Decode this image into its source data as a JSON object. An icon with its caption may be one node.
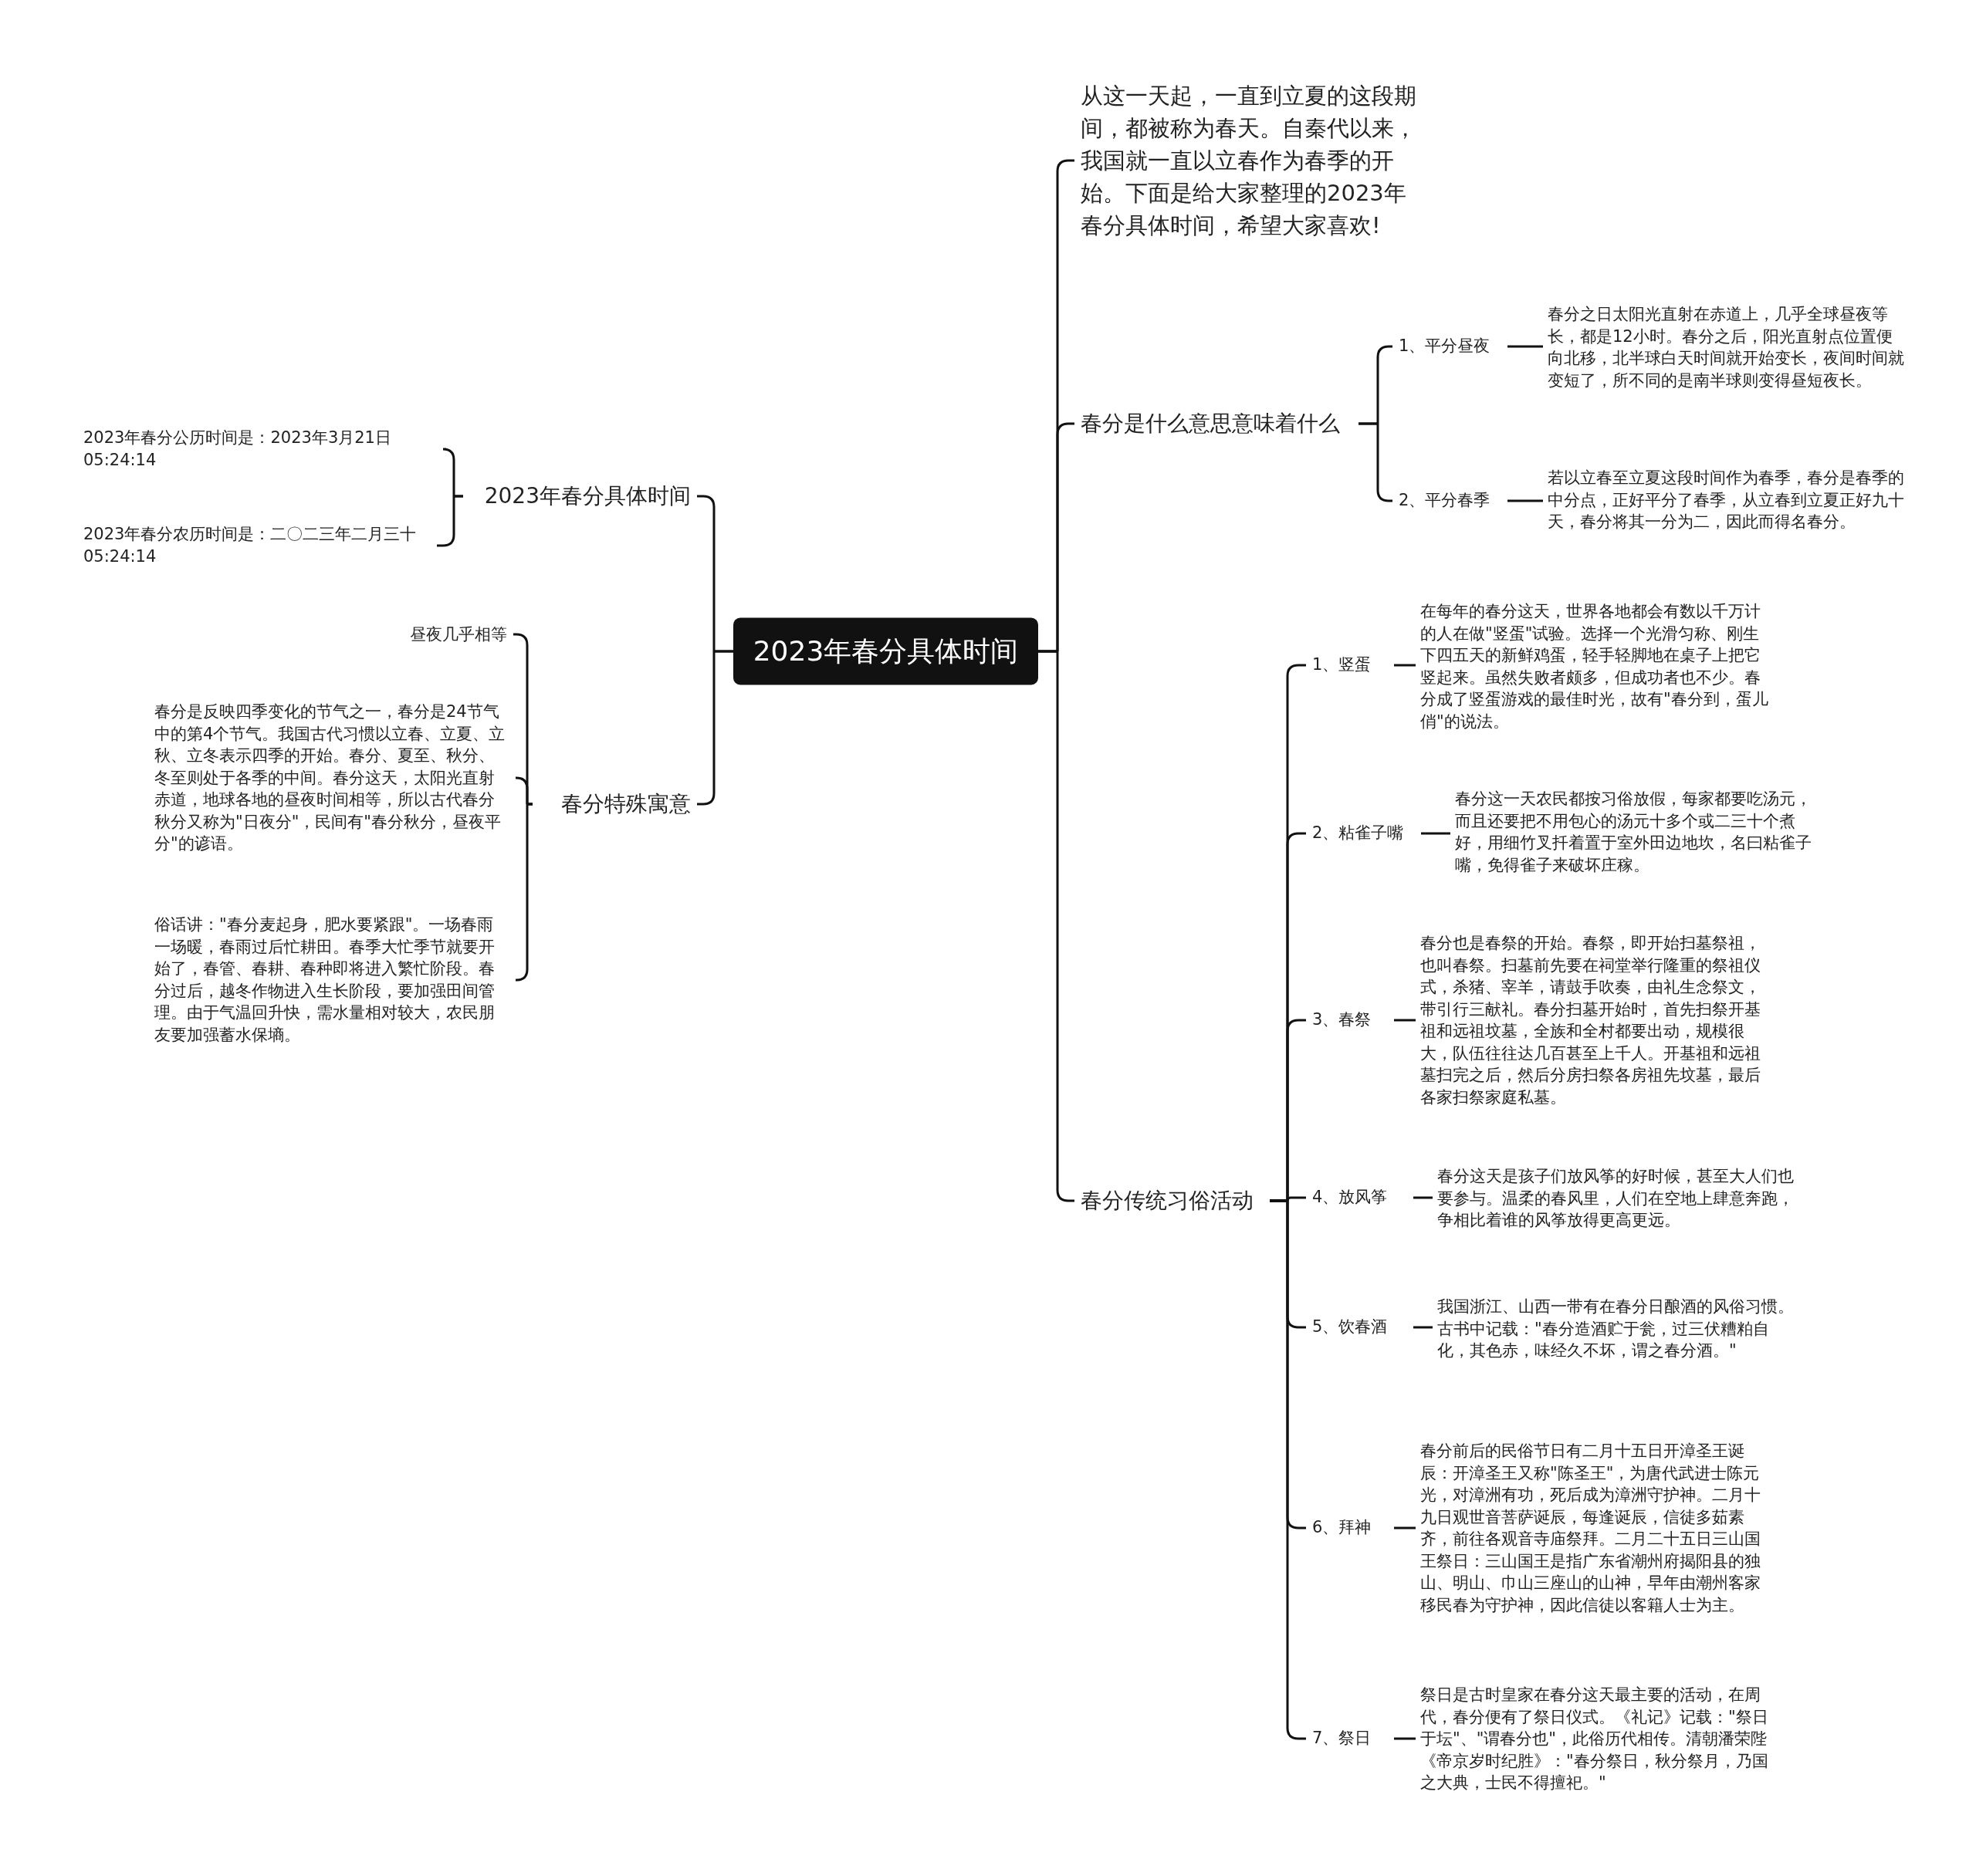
{
  "diagram": {
    "nodes": [
      {
        "text": [
          "2023年春分具体时间"
        ]
      },
      {
        "text": [
          "2023年春分具体时间"
        ]
      },
      {
        "text": [
          "2023年春分公历时间是：2023年3月21日 05:24:14"
        ]
      },
      {
        "text": [
          "2023年春分农历时间是：二〇二三年二月三十 05:24:14"
        ]
      },
      {
        "text": [
          "春分特殊寓意"
        ]
      },
      {
        "text": [
          "昼夜几乎相等"
        ]
      },
      {
        "text": [
          "春分是反映四季变化的节气之一，春分是24节气中的第4个节气。我国古代习惯以立春、立夏、立秋、立冬表示四季的开始。春分、夏至、秋分、冬至则处于各季的中间。春分这天，太阳光直射赤道，地球各地的昼夜时间相等，所以古代春分秋分又称为\"日夜分\"，民间有\"春分秋分，昼夜平分\"的谚语。"
        ]
      },
      {
        "text": [
          "俗话讲：\"春分麦起身，肥水要紧跟\"。一场春雨一场暖，春雨过后忙耕田。春季大忙季节就要开始了，春管、春耕、春种即将进入繁忙阶段。春分过后，越冬作物进入生长阶段，要加强田间管理。由于气温回升快，需水量相对较大，农民朋友要加强蓄水保墒。"
        ]
      },
      {
        "text": [
          "从这一天起，一直到立夏的这段期间，都被称为春天。自秦代以来，我国就一直以立春作为春季的开始。下面是给大家整理的2023年春分具体时间，希望大家喜欢!"
        ]
      },
      {
        "text": [
          "春分是什么意思意味着什么"
        ]
      },
      {
        "text": [
          "1、平分昼夜"
        ]
      },
      {
        "text": [
          "春分之日太阳光直射在赤道上，几乎全球昼夜等长，都是12小时。春分之后，阳光直射点位置便向北移，北半球白天时间就开始变长，夜间时间就变短了，所不同的是南半球则变得昼短夜长。"
        ]
      },
      {
        "text": [
          "2、平分春季"
        ]
      },
      {
        "text": [
          "若以立春至立夏这段时间作为春季，春分是春季的中分点，正好平分了春季，从立春到立夏正好九十天，春分将其一分为二，因此而得名春分。"
        ]
      },
      {
        "text": [
          "春分传统习俗活动"
        ]
      },
      {
        "text": [
          "1、竖蛋"
        ]
      },
      {
        "text": [
          "在每年的春分这天，世界各地都会有数以千万计的人在做\"竖蛋\"试验。选择一个光滑匀称、刚生下四五天的新鲜鸡蛋，轻手轻脚地在桌子上把它竖起来。虽然失败者颇多，但成功者也不少。春分成了竖蛋游戏的最佳时光，故有\"春分到，蛋儿俏\"的说法。"
        ]
      },
      {
        "text": [
          "2、粘雀子嘴"
        ]
      },
      {
        "text": [
          "春分这一天农民都按习俗放假，每家都要吃汤元，而且还要把不用包心的汤元十多个或二三十个煮好，用细竹叉扦着置于室外田边地坎，名曰粘雀子嘴，免得雀子来破坏庄稼。"
        ]
      },
      {
        "text": [
          "3、春祭"
        ]
      },
      {
        "text": [
          "春分也是春祭的开始。春祭，即开始扫墓祭祖，也叫春祭。扫墓前先要在祠堂举行隆重的祭祖仪式，杀猪、宰羊，请鼓手吹奏，由礼生念祭文，带引行三献礼。春分扫墓开始时，首先扫祭开基祖和远祖坟墓，全族和全村都要出动，规模很大，队伍往往达几百甚至上千人。开基祖和远祖墓扫完之后，然后分房扫祭各房祖先坟墓，最后各家扫祭家庭私墓。"
        ]
      },
      {
        "text": [
          "4、放风筝"
        ]
      },
      {
        "text": [
          "春分这天是孩子们放风筝的好时候，甚至大人们也要参与。温柔的春风里，人们在空地上肆意奔跑，争相比着谁的风筝放得更高更远。"
        ]
      },
      {
        "text": [
          "5、饮春酒"
        ]
      },
      {
        "text": [
          "我国浙江、山西一带有在春分日酿酒的风俗习惯。古书中记载：\"春分造酒贮于瓮，过三伏糟粕自化，其色赤，味经久不坏，谓之春分酒。\""
        ]
      },
      {
        "text": [
          "6、拜神"
        ]
      },
      {
        "text": [
          "春分前后的民俗节日有二月十五日开漳圣王诞辰：开漳圣王又称\"陈圣王\"，为唐代武进士陈元光，对漳洲有功，死后成为漳洲守护神。二月十九日观世音菩萨诞辰，每逢诞辰，信徒多茹素齐，前往各观音寺庙祭拜。二月二十五日三山国王祭日：三山国王是指广东省潮州府揭阳县的独山、明山、巾山三座山的山神，早年由潮州客家移民春为守护神，因此信徒以客籍人士为主。"
        ]
      },
      {
        "text": [
          "7、祭日"
        ]
      },
      {
        "text": [
          "祭日是古时皇家在春分这天最主要的活动，在周代，春分便有了祭日仪式。《礼记》记载：\"祭日于坛\"、\"谓春分也\"，此俗历代相传。清朝潘荣陛《帝京岁时纪胜》：\"春分祭日，秋分祭月，乃国之大典，士民不得擅祀。\""
        ]
      }
    ],
    "edges": [
      {
        "from": 0,
        "to": 1,
        "arrow": "none"
      },
      {
        "from": 1,
        "to": 2,
        "arrow": "none"
      },
      {
        "from": 1,
        "to": 3,
        "arrow": "none"
      },
      {
        "from": 0,
        "to": 4,
        "arrow": "none"
      },
      {
        "from": 4,
        "to": 5,
        "arrow": "none"
      },
      {
        "from": 4,
        "to": 6,
        "arrow": "none"
      },
      {
        "from": 4,
        "to": 7,
        "arrow": "none"
      },
      {
        "from": 0,
        "to": 8,
        "arrow": "none"
      },
      {
        "from": 0,
        "to": 9,
        "arrow": "none"
      },
      {
        "from": 9,
        "to": 10,
        "arrow": "none"
      },
      {
        "from": 10,
        "to": 11,
        "arrow": "none"
      },
      {
        "from": 9,
        "to": 12,
        "arrow": "none"
      },
      {
        "from": 12,
        "to": 13,
        "arrow": "none"
      },
      {
        "from": 0,
        "to": 14,
        "arrow": "none"
      },
      {
        "from": 14,
        "to": 15,
        "arrow": "none"
      },
      {
        "from": 15,
        "to": 16,
        "arrow": "none"
      },
      {
        "from": 14,
        "to": 17,
        "arrow": "none"
      },
      {
        "from": 17,
        "to": 18,
        "arrow": "none"
      },
      {
        "from": 14,
        "to": 19,
        "arrow": "none"
      },
      {
        "from": 19,
        "to": 20,
        "arrow": "none"
      },
      {
        "from": 14,
        "to": 21,
        "arrow": "none"
      },
      {
        "from": 21,
        "to": 22,
        "arrow": "none"
      },
      {
        "from": 14,
        "to": 23,
        "arrow": "none"
      },
      {
        "from": 23,
        "to": 24,
        "arrow": "none"
      },
      {
        "from": 14,
        "to": 25,
        "arrow": "none"
      },
      {
        "from": 25,
        "to": 26,
        "arrow": "none"
      },
      {
        "from": 14,
        "to": 27,
        "arrow": "none"
      },
      {
        "from": 27,
        "to": 28,
        "arrow": "none"
      }
    ]
  }
}
